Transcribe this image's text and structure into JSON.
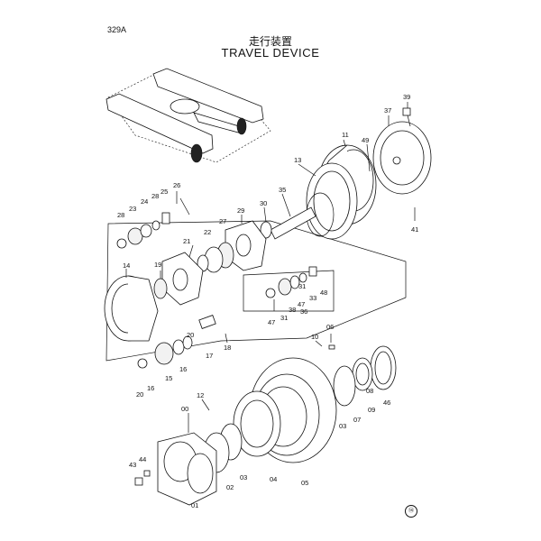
{
  "page_code": "329A",
  "title_jp": "走行装置",
  "title_en": "TRAVEL DEVICE",
  "corner_mark": "⑭",
  "labels": [
    "39",
    "37",
    "11",
    "49",
    "13",
    "35",
    "30",
    "29",
    "41",
    "26",
    "25",
    "28",
    "24",
    "23",
    "28",
    "27",
    "22",
    "21",
    "14",
    "19",
    "31",
    "36",
    "47",
    "33",
    "48",
    "47",
    "31",
    "38",
    "20",
    "16",
    "15",
    "17",
    "18",
    "20",
    "16",
    "06",
    "10",
    "08",
    "07",
    "46",
    "03",
    "09",
    "12",
    "00",
    "03",
    "02",
    "04",
    "05",
    "01",
    "43",
    "44"
  ]
}
